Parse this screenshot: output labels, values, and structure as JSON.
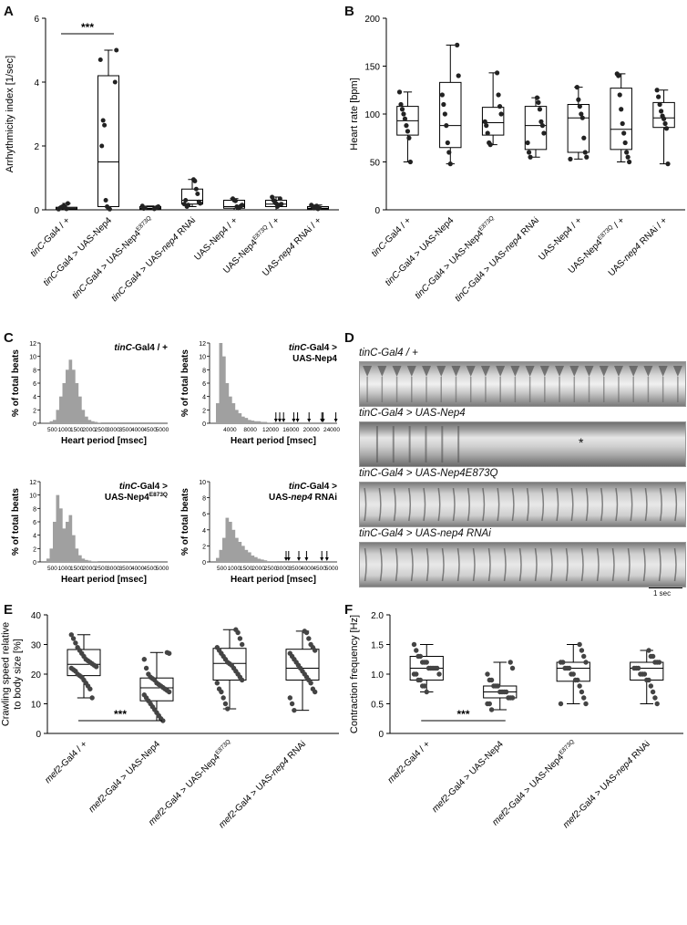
{
  "panels": [
    "A",
    "B",
    "C",
    "D",
    "E",
    "F"
  ],
  "significance": "***",
  "chart_data": [
    {
      "id": "A",
      "type": "box",
      "ylabel": "Arrhythmicity index [1/sec]",
      "ylim": [
        0,
        6
      ],
      "yticks": [
        0,
        2,
        4,
        6
      ],
      "categories": [
        "tinC-Gal4 / +",
        "tinC-Gal4 > UAS-Nep4",
        "tinC-Gal4 > UAS-Nep4E873Q",
        "tinC-Gal4 > UAS-nep4 RNAi",
        "UAS-Nep4 / +",
        "UAS-Nep4E873Q / +",
        "UAS-nep4 RNAi / +"
      ],
      "boxes": [
        {
          "min": 0.0,
          "q1": 0.02,
          "median": 0.05,
          "q3": 0.08,
          "max": 0.2
        },
        {
          "min": 0.0,
          "q1": 0.1,
          "median": 1.5,
          "q3": 4.2,
          "max": 5.0
        },
        {
          "min": 0.0,
          "q1": 0.03,
          "median": 0.05,
          "q3": 0.1,
          "max": 0.12
        },
        {
          "min": 0.1,
          "q1": 0.18,
          "median": 0.3,
          "q3": 0.65,
          "max": 0.95
        },
        {
          "min": 0.0,
          "q1": 0.05,
          "median": 0.1,
          "q3": 0.3,
          "max": 0.35
        },
        {
          "min": 0.0,
          "q1": 0.1,
          "median": 0.18,
          "q3": 0.3,
          "max": 0.4
        },
        {
          "min": 0.0,
          "q1": 0.03,
          "median": 0.05,
          "q3": 0.1,
          "max": 0.15
        }
      ],
      "points": [
        [
          0.02,
          0.05,
          0.08,
          0.1,
          0.12,
          0.05,
          0.03,
          0.2
        ],
        [
          4.0,
          5.0,
          4.7,
          2.0,
          2.8,
          2.65,
          0.3,
          0.1,
          0.05,
          0.02
        ],
        [
          0.03,
          0.05,
          0.08,
          0.1,
          0.12,
          0.04,
          0.06
        ],
        [
          0.95,
          0.9,
          0.65,
          0.5,
          0.25,
          0.2,
          0.18,
          0.3,
          0.1,
          0.15
        ],
        [
          0.35,
          0.3,
          0.28,
          0.1,
          0.05,
          0.08,
          0.12,
          0.15
        ],
        [
          0.4,
          0.3,
          0.25,
          0.2,
          0.1,
          0.15,
          0.35,
          0.18
        ],
        [
          0.15,
          0.1,
          0.05,
          0.08,
          0.12,
          0.03,
          0.06
        ]
      ],
      "significance_pair": [
        0,
        1
      ]
    },
    {
      "id": "B",
      "type": "box",
      "ylabel": "Heart rate [bpm]",
      "ylim": [
        0,
        200
      ],
      "yticks": [
        0,
        50,
        100,
        150,
        200
      ],
      "categories": [
        "tinC-Gal4 / +",
        "tinC-Gal4 > UAS-Nep4",
        "tinC-Gal4 > UAS-Nep4E873Q",
        "tinC-Gal4 > UAS-nep4 RNAi",
        "UAS-Nep4 / +",
        "UAS-Nep4E873Q / +",
        "UAS-nep4 RNAi / +"
      ],
      "boxes": [
        {
          "min": 50,
          "q1": 78,
          "median": 93,
          "q3": 108,
          "max": 123
        },
        {
          "min": 48,
          "q1": 65,
          "median": 88,
          "q3": 133,
          "max": 172
        },
        {
          "min": 68,
          "q1": 78,
          "median": 91,
          "q3": 107,
          "max": 143
        },
        {
          "min": 55,
          "q1": 63,
          "median": 88,
          "q3": 108,
          "max": 117
        },
        {
          "min": 53,
          "q1": 60,
          "median": 96,
          "q3": 110,
          "max": 128
        },
        {
          "min": 50,
          "q1": 63,
          "median": 84,
          "q3": 127,
          "max": 142
        },
        {
          "min": 48,
          "q1": 86,
          "median": 96,
          "q3": 112,
          "max": 125
        }
      ],
      "points": [
        [
          123,
          110,
          105,
          100,
          95,
          88,
          82,
          75,
          50
        ],
        [
          172,
          140,
          120,
          110,
          100,
          88,
          70,
          60,
          48
        ],
        [
          143,
          120,
          108,
          100,
          92,
          88,
          80,
          70,
          68
        ],
        [
          117,
          112,
          105,
          92,
          88,
          80,
          70,
          60,
          55
        ],
        [
          128,
          115,
          108,
          100,
          96,
          75,
          60,
          55,
          53
        ],
        [
          142,
          140,
          120,
          105,
          90,
          80,
          70,
          60,
          55,
          50
        ],
        [
          125,
          118,
          110,
          103,
          98,
          95,
          90,
          85,
          48
        ]
      ]
    },
    {
      "id": "C",
      "type": "histogram",
      "ylabel": "% of total beats",
      "xlabel": "Heart period [msec]",
      "subplots": [
        {
          "title": "tinC-Gal4 / +",
          "xticks": [
            "500",
            "1000",
            "1500",
            "2000",
            "2500",
            "3000",
            "3500",
            "4000",
            "4500",
            "5000"
          ],
          "ymax": 12,
          "yticks": [
            0,
            2,
            4,
            6,
            8,
            10,
            12
          ],
          "bins": [
            0,
            0,
            0,
            0.3,
            0.5,
            2,
            4,
            6,
            8,
            9.5,
            8,
            6,
            4,
            2,
            1,
            0.5,
            0.3,
            0.2,
            0.1,
            0,
            0,
            0,
            0,
            0,
            0,
            0,
            0,
            0,
            0,
            0,
            0,
            0,
            0,
            0,
            0,
            0,
            0,
            0,
            0,
            0
          ]
        },
        {
          "title": "tinC-Gal4 > UAS-Nep4",
          "xticks": [
            "4000",
            "8000",
            "12000",
            "16000",
            "20000",
            "24000"
          ],
          "ymax": 12,
          "yticks": [
            0,
            2,
            4,
            6,
            8,
            10,
            12
          ],
          "bins": [
            0,
            0,
            3,
            12,
            10,
            6,
            4,
            3,
            2,
            1.5,
            1,
            0.8,
            0.5,
            0.4,
            0.3,
            0.3,
            0.2,
            0.2,
            0.1,
            0.1,
            0,
            0,
            0,
            0,
            0,
            0,
            0,
            0,
            0,
            0,
            0,
            0,
            0,
            0,
            0,
            0,
            0,
            0,
            0,
            0
          ],
          "arrows": [
            0.52,
            0.55,
            0.58,
            0.66,
            0.69,
            0.78,
            0.88,
            0.89,
            0.99
          ]
        },
        {
          "title": "tinC-Gal4 > UAS-Nep4E873Q",
          "xticks": [
            "500",
            "1000",
            "1500",
            "2000",
            "2500",
            "3000",
            "3500",
            "4000",
            "4500",
            "5000"
          ],
          "ymax": 12,
          "yticks": [
            0,
            2,
            4,
            6,
            8,
            10,
            12
          ],
          "bins": [
            0,
            0,
            0.5,
            2,
            6,
            10,
            8,
            5,
            6,
            7,
            4,
            2,
            1,
            0.5,
            0.3,
            0.2,
            0.1,
            0.1,
            0,
            0,
            0,
            0,
            0,
            0,
            0,
            0,
            0,
            0,
            0,
            0,
            0,
            0,
            0,
            0,
            0,
            0,
            0,
            0,
            0,
            0
          ]
        },
        {
          "title": "tinC-Gal4 > UAS-nep4 RNAi",
          "xticks": [
            "500",
            "1000",
            "1500",
            "2000",
            "2500",
            "3000",
            "3500",
            "4000",
            "4500",
            "5000"
          ],
          "ymax": 10,
          "yticks": [
            0,
            2,
            4,
            6,
            8,
            10
          ],
          "bins": [
            0,
            0,
            0.5,
            1.5,
            3,
            5.5,
            5,
            4,
            3,
            2.5,
            2,
            1.5,
            1.2,
            0.8,
            0.6,
            0.4,
            0.3,
            0.2,
            0.1,
            0.1,
            0.1,
            0,
            0,
            0,
            0,
            0,
            0,
            0,
            0,
            0,
            0,
            0,
            0,
            0,
            0,
            0,
            0,
            0,
            0,
            0
          ],
          "arrows": [
            0.6,
            0.62,
            0.7,
            0.76,
            0.88,
            0.92
          ]
        }
      ]
    },
    {
      "id": "E",
      "type": "box",
      "ylabel": "Crawling speed relative to body size [%]",
      "ylim": [
        0,
        40
      ],
      "yticks": [
        0,
        10,
        20,
        30,
        40
      ],
      "categories": [
        "mef2-Gal4 / +",
        "mef2-Gal4 > UAS-Nep4",
        "mef2-Gal4 > UAS-Nep4E873Q",
        "mef2-Gal4 > UAS-nep4 RNAi"
      ],
      "boxes": [
        {
          "min": 12,
          "q1": 19.5,
          "median": 23.3,
          "q3": 28.3,
          "max": 33.3
        },
        {
          "min": 4.3,
          "q1": 11,
          "median": 15.4,
          "q3": 18.7,
          "max": 27.3
        },
        {
          "min": 8.3,
          "q1": 18,
          "median": 23.6,
          "q3": 28.7,
          "max": 35
        },
        {
          "min": 7.8,
          "q1": 18,
          "median": 22,
          "q3": 28.4,
          "max": 34.5
        }
      ],
      "points": [
        [
          33.3,
          32,
          30.5,
          29,
          28,
          27,
          26,
          25,
          24.5,
          24,
          23.5,
          23,
          22.5,
          22,
          21.5,
          21,
          20,
          19.5,
          19,
          18,
          17,
          16,
          15,
          12
        ],
        [
          27.3,
          27,
          25,
          22,
          20,
          19,
          18.5,
          18,
          17,
          16.5,
          16,
          15.5,
          15,
          14.5,
          14,
          13,
          12,
          11,
          10,
          9,
          8,
          7,
          6,
          5,
          4.3
        ],
        [
          35,
          34,
          32,
          30,
          29,
          28,
          27,
          26,
          25,
          24,
          23.5,
          23,
          22,
          21,
          20,
          19,
          18,
          17,
          15,
          14,
          12,
          10,
          8.3
        ],
        [
          34.5,
          34,
          32,
          30,
          29,
          28,
          27,
          26,
          25,
          24,
          23,
          22,
          21,
          20,
          19,
          18,
          17,
          15,
          14,
          12,
          10,
          7.8
        ]
      ],
      "significance_pair": [
        0,
        1
      ]
    },
    {
      "id": "F",
      "type": "box",
      "ylabel": "Contraction frequency [Hz]",
      "ylim": [
        0,
        2.0
      ],
      "yticks": [
        0,
        0.5,
        1.0,
        1.5,
        2.0
      ],
      "categories": [
        "mef2-Gal4 / +",
        "mef2-Gal4 > UAS-Nep4",
        "mef2-Gal4 > UAS-Nep4E873Q",
        "mef2-Gal4 > UAS-nep4 RNAi"
      ],
      "boxes": [
        {
          "min": 0.7,
          "q1": 0.9,
          "median": 1.1,
          "q3": 1.3,
          "max": 1.5
        },
        {
          "min": 0.4,
          "q1": 0.6,
          "median": 0.7,
          "q3": 0.8,
          "max": 1.2
        },
        {
          "min": 0.5,
          "q1": 0.88,
          "median": 1.1,
          "q3": 1.2,
          "max": 1.5
        },
        {
          "min": 0.5,
          "q1": 0.9,
          "median": 1.1,
          "q3": 1.2,
          "max": 1.4
        }
      ],
      "points": [
        [
          1.5,
          1.4,
          1.3,
          1.3,
          1.2,
          1.2,
          1.2,
          1.1,
          1.1,
          1.1,
          1.1,
          1.1,
          1.0,
          1.0,
          1.0,
          0.9,
          0.9,
          0.8,
          0.8,
          0.7
        ],
        [
          1.2,
          1.1,
          1.0,
          0.9,
          0.9,
          0.8,
          0.8,
          0.8,
          0.7,
          0.7,
          0.7,
          0.7,
          0.6,
          0.6,
          0.6,
          0.5,
          0.5,
          0.4
        ],
        [
          1.5,
          1.4,
          1.3,
          1.2,
          1.2,
          1.2,
          1.1,
          1.1,
          1.1,
          1.0,
          1.0,
          0.9,
          0.9,
          0.8,
          0.7,
          0.6,
          0.5,
          0.5
        ],
        [
          1.4,
          1.3,
          1.3,
          1.2,
          1.2,
          1.2,
          1.1,
          1.1,
          1.1,
          1.0,
          1.0,
          1.0,
          0.9,
          0.9,
          0.8,
          0.7,
          0.6,
          0.5
        ]
      ],
      "significance_pair": [
        0,
        1
      ]
    }
  ],
  "panel_D": {
    "titles": [
      "tinC-Gal4 / +",
      "tinC-Gal4 > UAS-Nep4",
      "tinC-Gal4 > UAS-Nep4E873Q",
      "tinC-Gal4 > UAS-nep4 RNAi"
    ],
    "beats": [
      22,
      6,
      22,
      21
    ],
    "asterisk": "*",
    "scale_label": "1 sec"
  }
}
